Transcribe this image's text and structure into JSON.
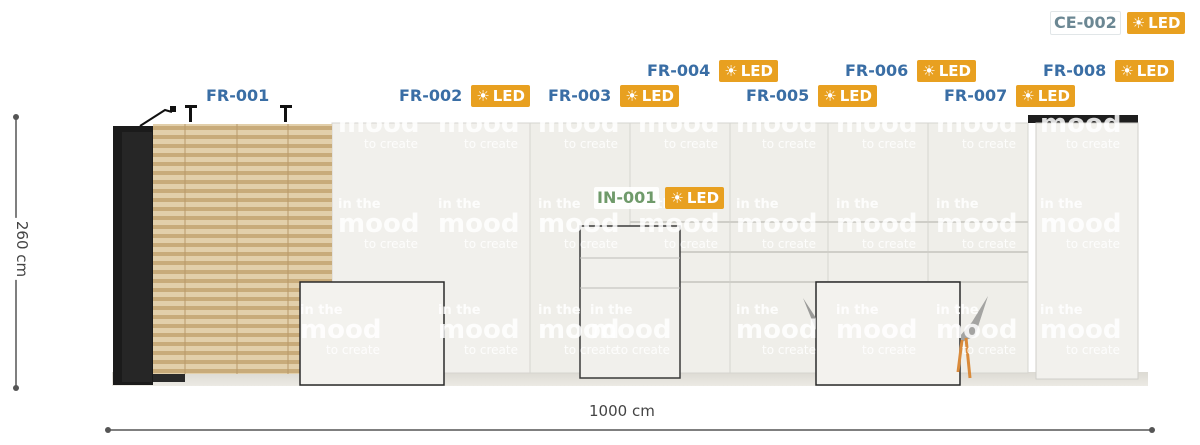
{
  "colors": {
    "code_blue": "#3a6ea5",
    "code_green": "#6f9a6a",
    "code_grey": "#6b8793",
    "led_orange": "#e8a020",
    "panel_white": "#f1f0ec",
    "wood": "#d9c5a2",
    "dark_shelf": "#1e1e1e"
  },
  "dimensions": {
    "height_label": "260 cm",
    "width_label": "1000 cm"
  },
  "led_badge": {
    "icon": "sun-icon",
    "text": "LED"
  },
  "tags": [
    {
      "id": "FR-001",
      "led": false,
      "color": "blue"
    },
    {
      "id": "FR-002",
      "led": true,
      "color": "blue"
    },
    {
      "id": "FR-003",
      "led": true,
      "color": "blue"
    },
    {
      "id": "FR-004",
      "led": true,
      "color": "blue"
    },
    {
      "id": "FR-005",
      "led": true,
      "color": "blue"
    },
    {
      "id": "FR-006",
      "led": true,
      "color": "blue"
    },
    {
      "id": "FR-007",
      "led": true,
      "color": "blue"
    },
    {
      "id": "FR-008",
      "led": true,
      "color": "blue"
    },
    {
      "id": "IN-001",
      "led": true,
      "color": "green"
    },
    {
      "id": "CE-002",
      "led": true,
      "color": "grey"
    }
  ],
  "branding": {
    "line1": "in the",
    "line2": "mood",
    "line3": "to create"
  }
}
